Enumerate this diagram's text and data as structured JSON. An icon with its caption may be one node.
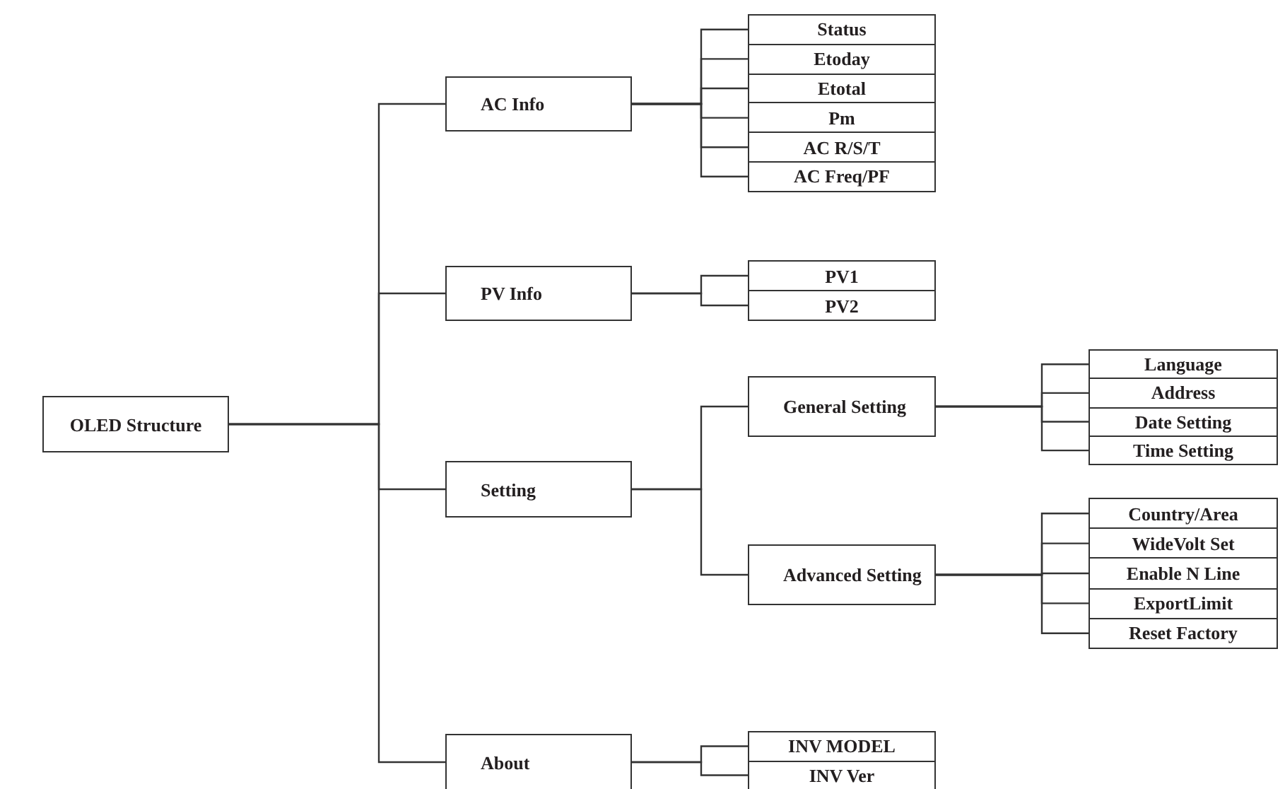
{
  "diagram": {
    "nodes": [
      {
        "text": [
          "OLED Structure"
        ]
      },
      {
        "text": [
          "AC  Info"
        ]
      },
      {
        "text": [
          "PV Info"
        ]
      },
      {
        "text": [
          "Setting"
        ]
      },
      {
        "text": [
          "About"
        ]
      },
      {
        "text": [
          "Status"
        ]
      },
      {
        "text": [
          "Etoday"
        ]
      },
      {
        "text": [
          "Etotal"
        ]
      },
      {
        "text": [
          "Pm"
        ]
      },
      {
        "text": [
          "AC R/S/T"
        ]
      },
      {
        "text": [
          "AC Freq/PF"
        ]
      },
      {
        "text": [
          "PV1"
        ]
      },
      {
        "text": [
          "PV2"
        ]
      },
      {
        "text": [
          "General Setting"
        ]
      },
      {
        "text": [
          "Advanced Setting"
        ]
      },
      {
        "text": [
          "Language"
        ]
      },
      {
        "text": [
          "Address"
        ]
      },
      {
        "text": [
          "Date Setting"
        ]
      },
      {
        "text": [
          "Time Setting"
        ]
      },
      {
        "text": [
          "Country/Area"
        ]
      },
      {
        "text": [
          "WideVolt Set"
        ]
      },
      {
        "text": [
          "Enable N Line"
        ]
      },
      {
        "text": [
          "ExportLimit"
        ]
      },
      {
        "text": [
          "Reset Factory"
        ]
      },
      {
        "text": [
          "INV MODEL"
        ]
      },
      {
        "text": [
          "INV Ver"
        ]
      }
    ],
    "edges": [
      {
        "from": 0,
        "to": 1,
        "arrow": "none"
      },
      {
        "from": 0,
        "to": 2,
        "arrow": "none"
      },
      {
        "from": 0,
        "to": 3,
        "arrow": "none"
      },
      {
        "from": 0,
        "to": 4,
        "arrow": "none"
      },
      {
        "from": 1,
        "to": 5,
        "arrow": "none"
      },
      {
        "from": 1,
        "to": 6,
        "arrow": "none"
      },
      {
        "from": 1,
        "to": 7,
        "arrow": "none"
      },
      {
        "from": 1,
        "to": 8,
        "arrow": "none"
      },
      {
        "from": 1,
        "to": 9,
        "arrow": "none"
      },
      {
        "from": 1,
        "to": 10,
        "arrow": "none"
      },
      {
        "from": 2,
        "to": 11,
        "arrow": "none"
      },
      {
        "from": 2,
        "to": 12,
        "arrow": "none"
      },
      {
        "from": 3,
        "to": 13,
        "arrow": "none"
      },
      {
        "from": 3,
        "to": 14,
        "arrow": "none"
      },
      {
        "from": 13,
        "to": 15,
        "arrow": "none"
      },
      {
        "from": 13,
        "to": 16,
        "arrow": "none"
      },
      {
        "from": 13,
        "to": 17,
        "arrow": "none"
      },
      {
        "from": 13,
        "to": 18,
        "arrow": "none"
      },
      {
        "from": 14,
        "to": 19,
        "arrow": "none"
      },
      {
        "from": 14,
        "to": 20,
        "arrow": "none"
      },
      {
        "from": 14,
        "to": 21,
        "arrow": "none"
      },
      {
        "from": 14,
        "to": 22,
        "arrow": "none"
      },
      {
        "from": 14,
        "to": 23,
        "arrow": "none"
      },
      {
        "from": 4,
        "to": 24,
        "arrow": "none"
      },
      {
        "from": 4,
        "to": 25,
        "arrow": "none"
      }
    ]
  }
}
